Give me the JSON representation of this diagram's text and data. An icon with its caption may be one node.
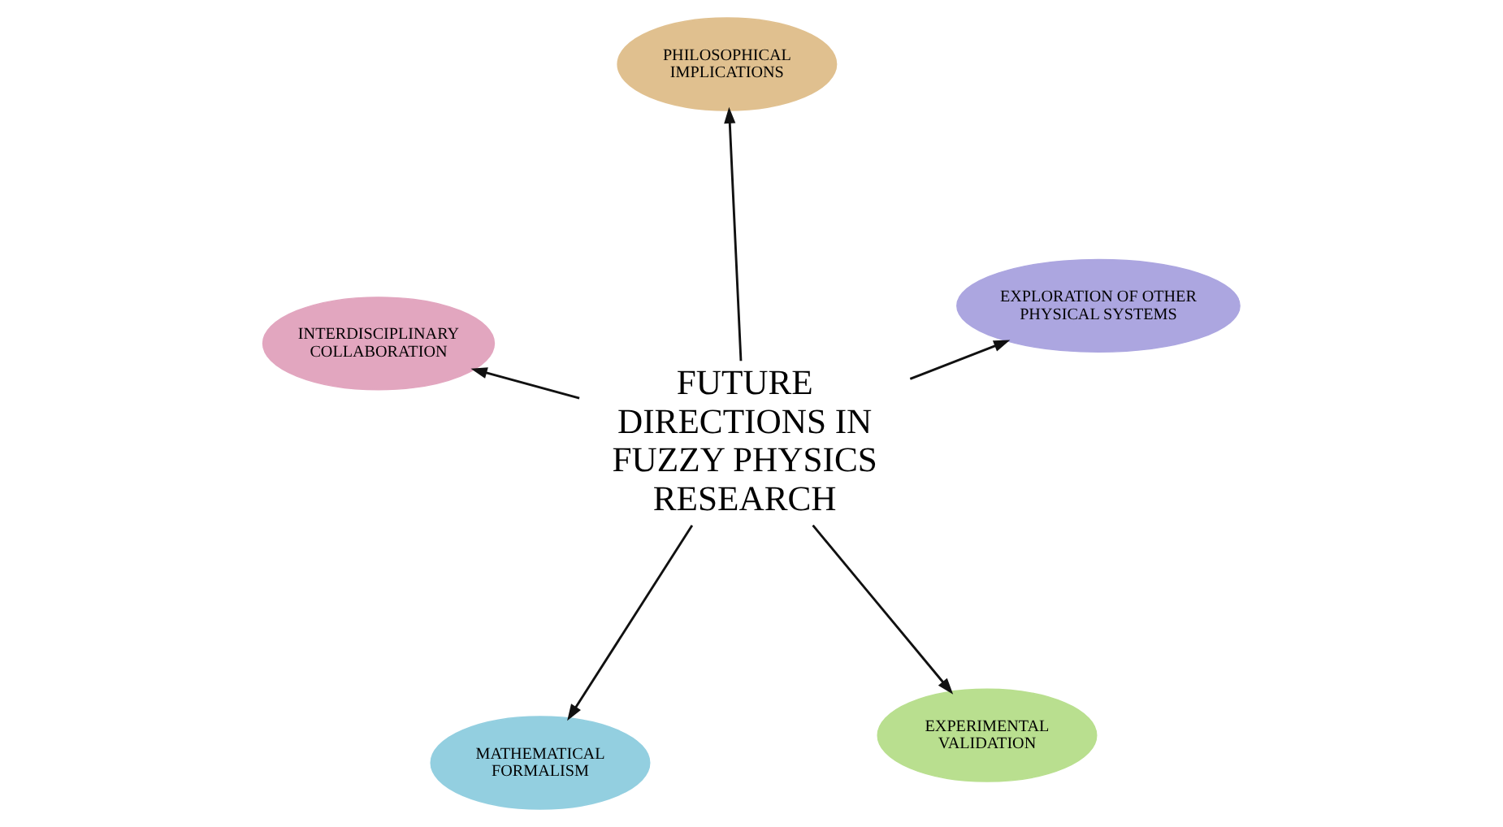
{
  "diagram": {
    "nodes": [
      {
        "text": [
          "FUTURE DIRECTIONS IN FUZZY PHYSICS RESEARCH"
        ]
      },
      {
        "text": [
          "EXPERIMENTAL VALIDATION"
        ]
      },
      {
        "text": [
          "MATHEMATICAL FORMALISM"
        ]
      },
      {
        "text": [
          "INTERDISCIPLINARY COLLABORATION"
        ]
      },
      {
        "text": [
          "EXPLORATION OF OTHER PHYSICAL SYSTEMS"
        ]
      },
      {
        "text": [
          "PHILOSOPHICAL IMPLICATIONS"
        ]
      }
    ],
    "edges": [
      {
        "from": 0,
        "to": 1,
        "arrow": "to"
      },
      {
        "from": 0,
        "to": 2,
        "arrow": "to"
      },
      {
        "from": 0,
        "to": 3,
        "arrow": "to"
      },
      {
        "from": 0,
        "to": 4,
        "arrow": "to"
      },
      {
        "from": 0,
        "to": 5,
        "arrow": "to"
      }
    ]
  }
}
